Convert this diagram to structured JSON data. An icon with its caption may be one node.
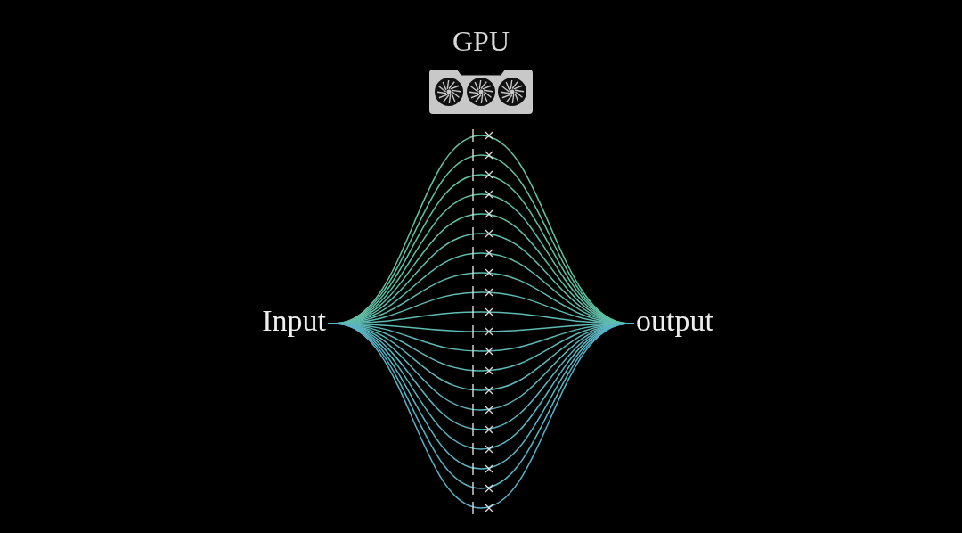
{
  "diagram": {
    "nodes": [
      {
        "text": [
          "Input"
        ]
      },
      {
        "text": [
          "output"
        ]
      }
    ],
    "edges": [
      {
        "from": 0,
        "to": 1,
        "arrow": "none"
      },
      {
        "from": 0,
        "to": 1,
        "arrow": "none"
      },
      {
        "from": 0,
        "to": 1,
        "arrow": "none"
      },
      {
        "from": 0,
        "to": 1,
        "arrow": "none"
      },
      {
        "from": 0,
        "to": 1,
        "arrow": "none"
      },
      {
        "from": 0,
        "to": 1,
        "arrow": "none"
      },
      {
        "from": 0,
        "to": 1,
        "arrow": "none"
      },
      {
        "from": 0,
        "to": 1,
        "arrow": "none"
      },
      {
        "from": 0,
        "to": 1,
        "arrow": "none"
      },
      {
        "from": 0,
        "to": 1,
        "arrow": "none"
      },
      {
        "from": 0,
        "to": 1,
        "arrow": "none"
      },
      {
        "from": 0,
        "to": 1,
        "arrow": "none"
      },
      {
        "from": 0,
        "to": 1,
        "arrow": "none"
      },
      {
        "from": 0,
        "to": 1,
        "arrow": "none"
      },
      {
        "from": 0,
        "to": 1,
        "arrow": "none"
      },
      {
        "from": 0,
        "to": 1,
        "arrow": "none"
      },
      {
        "from": 0,
        "to": 1,
        "arrow": "none"
      },
      {
        "from": 0,
        "to": 1,
        "arrow": "none"
      },
      {
        "from": 0,
        "to": 1,
        "arrow": "none"
      },
      {
        "from": 0,
        "to": 1,
        "arrow": "none"
      }
    ],
    "labels": [
      "GPU"
    ]
  }
}
